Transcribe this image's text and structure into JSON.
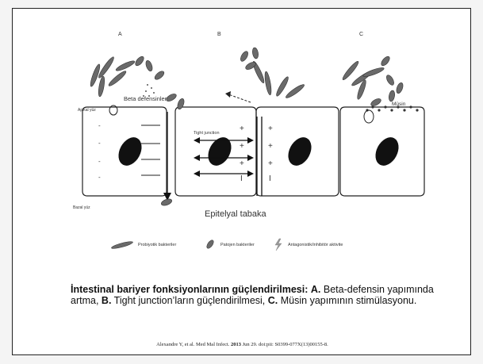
{
  "diagram": {
    "panels": [
      "A",
      "B",
      "C"
    ],
    "labels": {
      "beta_defensin": "Beta defensinler",
      "apical": "Apikal yüz",
      "tight_junction": "Tight junction",
      "mucin": "Müsin",
      "basal": "Bazal yüz",
      "epithelium": "Epitelyal tabaka"
    },
    "legend": [
      {
        "icon": "probiotic-bacteria-icon",
        "label": "Probiyotik bakteriler"
      },
      {
        "icon": "pathogen-bacteria-icon",
        "label": "Patojen bakteriler"
      },
      {
        "icon": "lightning-icon",
        "label": "Antagonistik/inhibitör aktivite"
      }
    ]
  },
  "caption": {
    "title": "İntestinal bariyer fonksiyonlarının güçlendirilmesi:",
    "a_key": "A.",
    "a_text": "Beta-defensin yapımında artma,",
    "b_key": "B.",
    "b_text": "Tight junction’ların güçlendirilmesi,",
    "c_key": "C.",
    "c_text": "Müsin yapımının stimülasyonu."
  },
  "citation": {
    "before": "Alexandre Y, et al. Med Mal Infect.",
    "year": "2013",
    "after": "Jun 29. doi:pii: S0399-077X(13)00155-8."
  }
}
